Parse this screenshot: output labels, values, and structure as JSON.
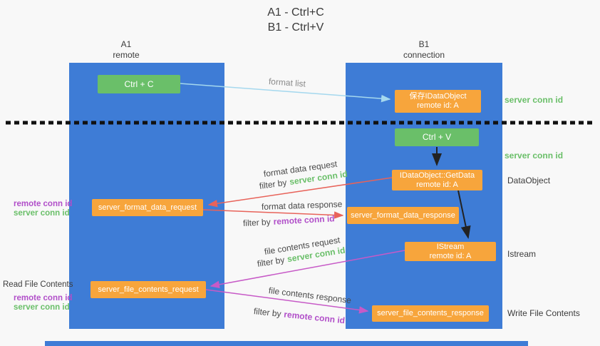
{
  "title": {
    "line1": "A1 - Ctrl+C",
    "line2": "B1 - Ctrl+V"
  },
  "lanes": {
    "left": {
      "name": "A1",
      "subtitle": "remote"
    },
    "right": {
      "name": "B1",
      "subtitle": "connection"
    }
  },
  "nodes": {
    "ctrl_c": {
      "label": "Ctrl + C"
    },
    "ctrl_v": {
      "label": "Ctrl + V"
    },
    "save_dataobject": {
      "line1": "保存IDataObject",
      "line2": "remote id: A"
    },
    "getdata": {
      "line1": "IDataObject::GetData",
      "line2": "remote id: A"
    },
    "istream": {
      "line1": "IStream",
      "line2": "remote id: A"
    },
    "format_request": {
      "label": "server_format_data_request"
    },
    "format_response": {
      "label": "server_format_data_response"
    },
    "file_request": {
      "label": "server_file_contents_request"
    },
    "file_response": {
      "label": "server_file_contents_response"
    }
  },
  "arrow_labels": {
    "format_list": "format list",
    "format_data_request": "format data request",
    "format_data_response": "format data response",
    "file_contents_request": "file contents request",
    "file_contents_response": "file contents response",
    "filter_by": "filter by",
    "server_conn_id": "server conn id",
    "remote_conn_id": "remote conn id"
  },
  "side_labels": {
    "server_conn_id_top": "server conn id",
    "server_conn_id_mid": "server conn id",
    "dataobject": "DataObject",
    "istream": "Istream",
    "write_file": "Write File Contents",
    "read_file": "Read File Contents",
    "remote_conn_id": "remote conn id",
    "server_conn_id": "server conn id"
  },
  "colors": {
    "lane_blue": "#3e7cd6",
    "box_green": "#6abf69",
    "box_orange": "#f7a53c",
    "arrow_blue": "#a5d8ee",
    "arrow_red": "#e8635a",
    "arrow_magenta": "#c75ac7",
    "text_green": "#6abf69",
    "text_purple": "#b14fc9"
  }
}
